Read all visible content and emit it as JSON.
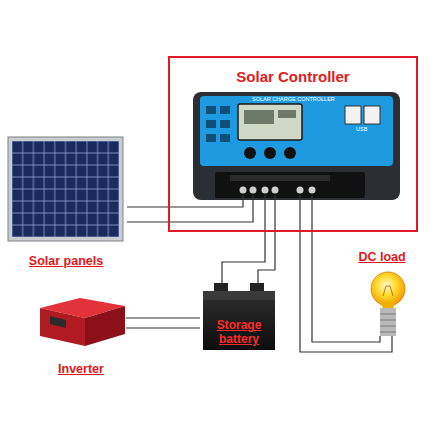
{
  "diagram": {
    "nodes": [
      {
        "text": [
          "Solar Controller"
        ]
      },
      {
        "text": [
          "Solar panels"
        ]
      },
      {
        "text": [
          "DC load"
        ]
      },
      {
        "text": [
          "Storage battery"
        ]
      },
      {
        "text": [
          "Inverter"
        ]
      }
    ],
    "edges": [
      {
        "from": 1,
        "to": 0,
        "arrow": "none"
      },
      {
        "from": 0,
        "to": 3,
        "arrow": "none"
      },
      {
        "from": 0,
        "to": 2,
        "arrow": "none"
      },
      {
        "from": 3,
        "to": 4,
        "arrow": "none"
      }
    ],
    "labels": [
      "SOLAR CHARGE CONTROLLER",
      "USB"
    ]
  }
}
